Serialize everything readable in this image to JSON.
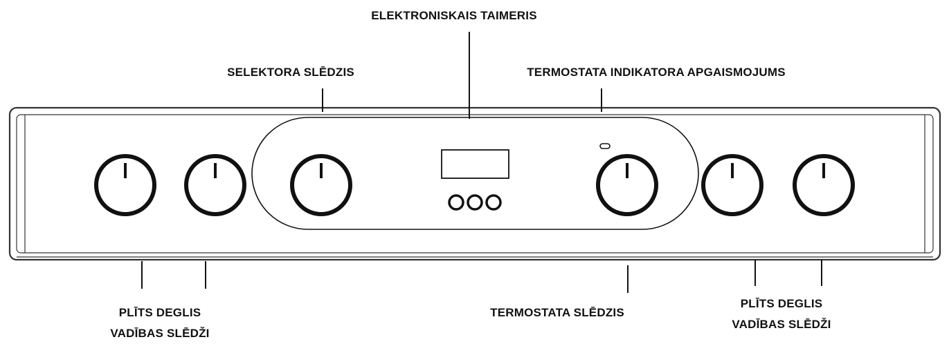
{
  "labels": {
    "electronic_timer": "ELEKTRONISKAIS TAIMERIS",
    "selector_switch": "SELEKTORA SLĒDZIS",
    "thermostat_indicator_light": "TERMOSTATA INDIKATORA APGAISMOJUMS",
    "burner_controls_left_line1": "PLĪTS DEGLIS",
    "burner_controls_left_line2": "VADĪBAS SLĒDŽI",
    "thermostat_switch": "TERMOSTATA SLĒDZIS",
    "burner_controls_right_line1": "PLĪTS DEGLIS",
    "burner_controls_right_line2": "VADĪBAS SLĒDŽI"
  },
  "knobs": [
    {
      "id": "knob-burner-1"
    },
    {
      "id": "knob-burner-2"
    },
    {
      "id": "knob-selector"
    },
    {
      "id": "knob-thermostat"
    },
    {
      "id": "knob-burner-3"
    },
    {
      "id": "knob-burner-4"
    }
  ],
  "timer_buttons_count": 3,
  "colors": {
    "stroke": "#111111",
    "panel_outline": "#333333",
    "background": "#ffffff"
  }
}
